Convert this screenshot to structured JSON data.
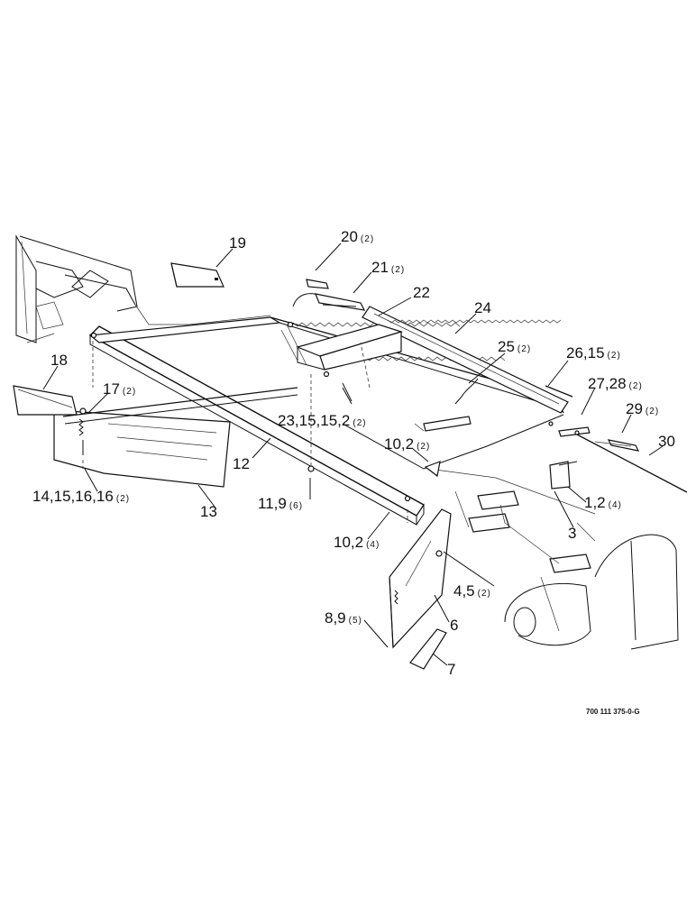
{
  "callouts": [
    {
      "id": "c19",
      "number": "19",
      "qty": ""
    },
    {
      "id": "c20",
      "number": "20",
      "qty": "(2)"
    },
    {
      "id": "c21",
      "number": "21",
      "qty": "(2)"
    },
    {
      "id": "c22",
      "number": "22",
      "qty": ""
    },
    {
      "id": "c24",
      "number": "24",
      "qty": ""
    },
    {
      "id": "c25",
      "number": "25",
      "qty": "(2)"
    },
    {
      "id": "c26",
      "number": "26,15",
      "qty": "(2)"
    },
    {
      "id": "c27",
      "number": "27,28",
      "qty": "(2)"
    },
    {
      "id": "c29",
      "number": "29",
      "qty": "(2)"
    },
    {
      "id": "c30",
      "number": "30",
      "qty": ""
    },
    {
      "id": "c18",
      "number": "18",
      "qty": ""
    },
    {
      "id": "c17",
      "number": "17",
      "qty": "(2)"
    },
    {
      "id": "c23",
      "number": "23,15,15,2",
      "qty": "(2)"
    },
    {
      "id": "c10a",
      "number": "10,2",
      "qty": "(2)"
    },
    {
      "id": "c12",
      "number": "12",
      "qty": ""
    },
    {
      "id": "c14",
      "number": "14,15,16,16",
      "qty": "(2)"
    },
    {
      "id": "c13",
      "number": "13",
      "qty": ""
    },
    {
      "id": "c11",
      "number": "11,9",
      "qty": "(6)"
    },
    {
      "id": "c1",
      "number": "1,2",
      "qty": "(4)"
    },
    {
      "id": "c3",
      "number": "3",
      "qty": ""
    },
    {
      "id": "c10b",
      "number": "10,2",
      "qty": "(4)"
    },
    {
      "id": "c4",
      "number": "4,5",
      "qty": "(2)"
    },
    {
      "id": "c8",
      "number": "8,9",
      "qty": "(5)"
    },
    {
      "id": "c6",
      "number": "6",
      "qty": ""
    },
    {
      "id": "c7",
      "number": "7",
      "qty": ""
    }
  ],
  "drawing_number": "700 111 375-0-G"
}
